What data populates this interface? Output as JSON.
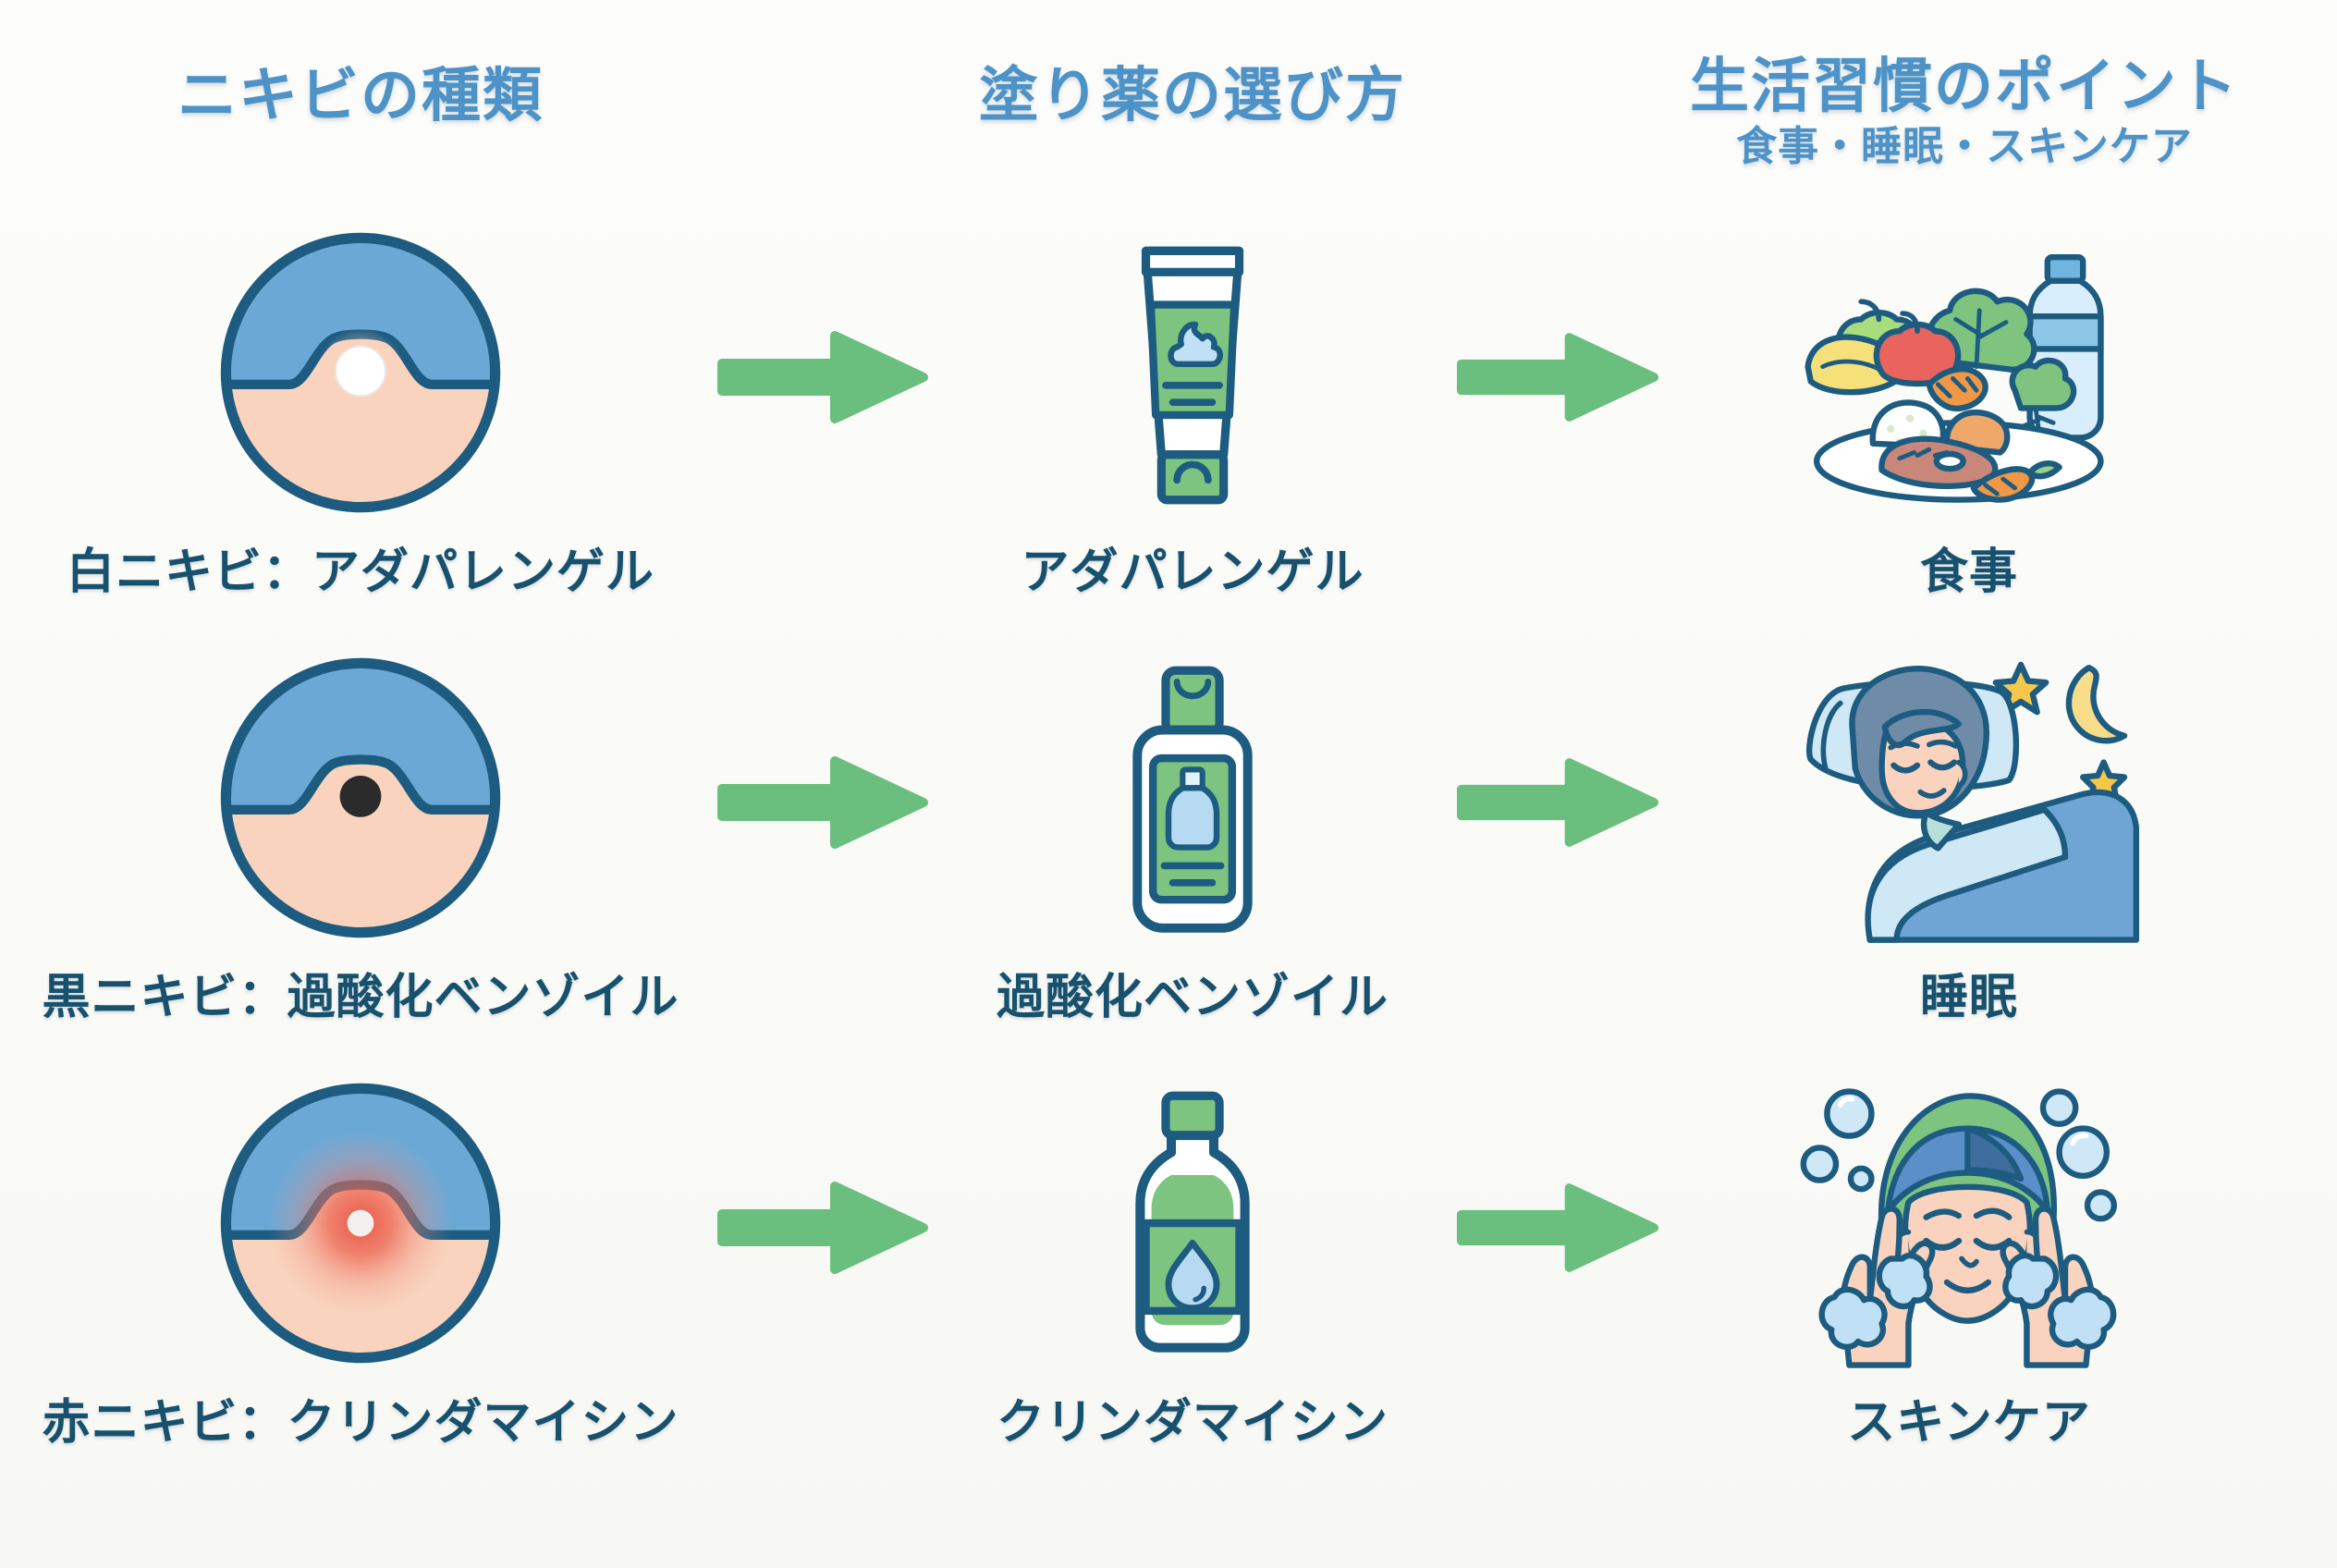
{
  "palette": {
    "background": "#fbfbf8",
    "header_blue": "#4e93c8",
    "label_navy": "#17516e",
    "outline_navy": "#1d5c80",
    "arrow_green": "#6abf7e",
    "tube_green": "#7cc47f",
    "skin": "#f9d3bd",
    "face_blue": "#6ca8d6",
    "whitehead": "#ffffff",
    "blackhead": "#2b2b2b",
    "inflamed_red": "#e8503f",
    "water_blue": "#b5daf2",
    "moon_yellow": "#f7dc8a"
  },
  "columns": [
    {
      "id": "acne-types",
      "main_title": "ニキビの種類",
      "sub_title": ""
    },
    {
      "id": "topical-choice",
      "main_title": "塗り薬の選び方",
      "sub_title": ""
    },
    {
      "id": "lifestyle-points",
      "main_title": "生活習慣のポイント",
      "sub_title": "食事・睡眠・スキンケア"
    }
  ],
  "arrow_icon_name": "right-arrow-icon",
  "rows": [
    {
      "id": "whitehead",
      "left": {
        "icon_name": "whitehead-acne-icon",
        "label": "白ニキビ：アダパレンゲル"
      },
      "middle": {
        "icon_name": "cream-tube-icon",
        "label": "アダパレンゲル"
      },
      "right": {
        "icon_name": "healthy-meal-icon",
        "label": "食事"
      }
    },
    {
      "id": "blackhead",
      "left": {
        "icon_name": "blackhead-acne-icon",
        "label": "黒ニキビ：過酸化ベンゾイル"
      },
      "middle": {
        "icon_name": "lotion-bottle-icon",
        "label": "過酸化ベンゾイル"
      },
      "right": {
        "icon_name": "sleeping-person-icon",
        "label": "睡眠"
      }
    },
    {
      "id": "inflamed",
      "left": {
        "icon_name": "inflamed-acne-icon",
        "label": "赤ニキビ：クリンダマイシン"
      },
      "middle": {
        "icon_name": "liquid-bottle-icon",
        "label": "クリンダマイシン"
      },
      "right": {
        "icon_name": "face-washing-icon",
        "label": "スキンケア"
      }
    }
  ]
}
